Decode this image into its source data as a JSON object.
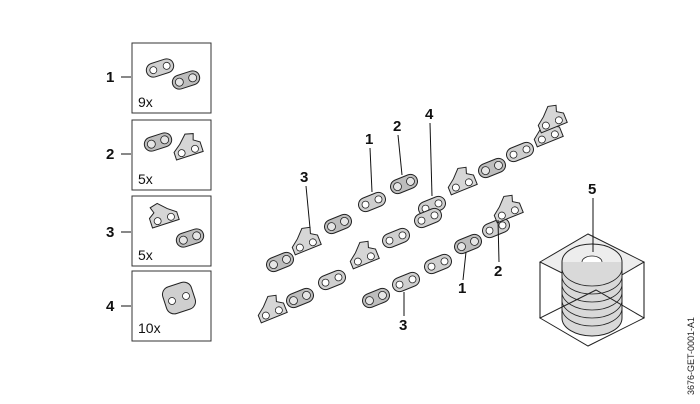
{
  "legend": [
    {
      "number": "1",
      "quantity": "9x"
    },
    {
      "number": "2",
      "quantity": "5x"
    },
    {
      "number": "3",
      "quantity": "5x"
    },
    {
      "number": "4",
      "quantity": "10x"
    }
  ],
  "callouts": {
    "upper_1": "1",
    "upper_2": "2",
    "upper_3": "3",
    "upper_4": "4",
    "lower_1": "1",
    "lower_2": "2",
    "lower_3": "3",
    "spool_5": "5"
  },
  "drawing_code": "3676-GET-0001-A1"
}
